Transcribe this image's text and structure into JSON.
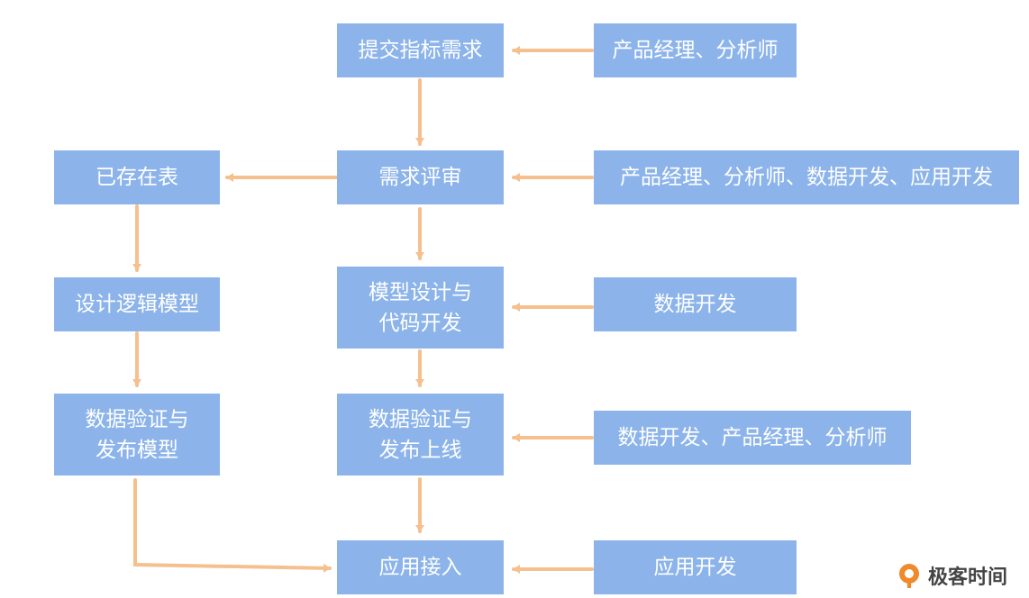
{
  "colors": {
    "box": "#8cb4ea",
    "arrow": "#f6c08e",
    "text": "#ffffff"
  },
  "flow": {
    "submit_requirement": "提交指标需求",
    "requirement_review": "需求评审",
    "model_design": "模型设计与\n代码开发",
    "data_validation_release": "数据验证与\n发布上线",
    "app_integration": "应用接入"
  },
  "left": {
    "existing_table": "已存在表",
    "design_logical_model": "设计逻辑模型",
    "data_validation_publish_model": "数据验证与\n发布模型"
  },
  "roles": {
    "submit": "产品经理、分析师",
    "review": "产品经理、分析师、数据开发、应用开发",
    "design": "数据开发",
    "validation": "数据开发、产品经理、分析师",
    "integration": "应用开发"
  },
  "logo": {
    "text": "极客时间",
    "icon": "geektime-logo-icon"
  }
}
